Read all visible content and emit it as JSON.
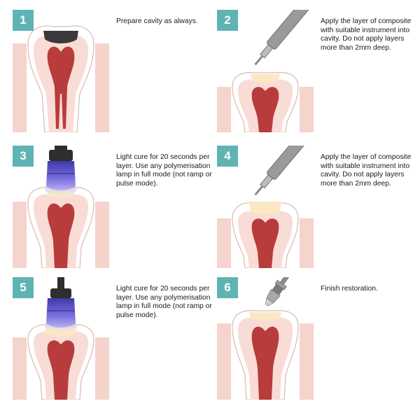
{
  "steps": [
    {
      "number": "1",
      "text": "Prepare cavity as always."
    },
    {
      "number": "2",
      "text": "Apply the layer of composite with suitable instrument into cavity. Do not apply layers more than 2mm deep."
    },
    {
      "number": "3",
      "text": "Light cure for 20 seconds per layer. Use any polymerisation lamp in full mode (not ramp or pulse mode)."
    },
    {
      "number": "4",
      "text": "Apply the layer of composite with suitable instrument into cavity. Do not apply layers more than 2mm deep."
    },
    {
      "number": "5",
      "text": "Light cure for 20 seconds per layer. Use any polymerisation lamp in full mode (not ramp or pulse mode)."
    },
    {
      "number": "6",
      "text": "Finish restoration."
    }
  ],
  "colors": {
    "badge": "#5fb3b3",
    "gum": "#f4d4cc",
    "enamel": "#ffffff",
    "dentin": "#f9dcd6",
    "pulp": "#b83c3c",
    "cavity": "#3a3a3a",
    "composite": "#fbe7c4",
    "lamp_light": "#5a4fc8",
    "instrument": "#8c8c8c"
  }
}
